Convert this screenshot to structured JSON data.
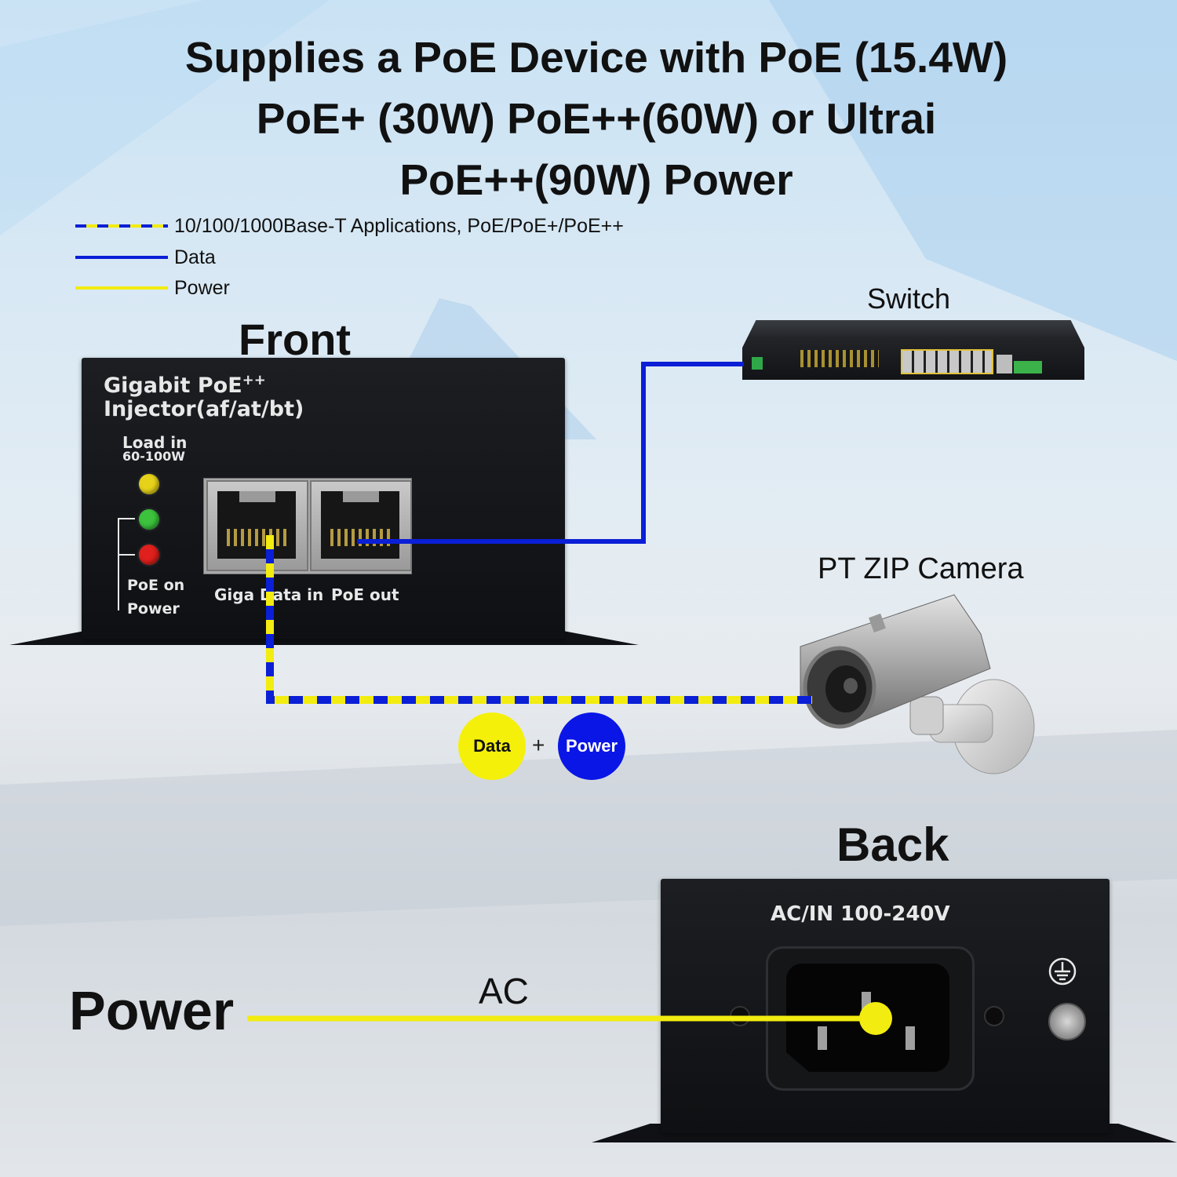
{
  "title": {
    "line1": "Supplies a PoE Device with PoE (15.4W)",
    "line2": "PoE+ (30W) PoE++(60W) or Ultrai",
    "line3": "PoE++(90W) Power"
  },
  "legend": {
    "combined": "10/100/1000Base-T Applications, PoE/PoE+/PoE++",
    "data": "Data",
    "power": "Power"
  },
  "labels": {
    "front": "Front",
    "back": "Back",
    "switch": "Switch",
    "camera": "PT ZIP Camera",
    "power": "Power",
    "ac": "AC"
  },
  "injector_front": {
    "name_line1": "Gigabit PoE",
    "name_sup": "++",
    "name_line2": "Injector(af/at/bt)",
    "load_line1": "Load in",
    "load_line2": "60-100W",
    "poe_on": "PoE on",
    "power": "Power",
    "port1": "Giga Data in",
    "port2": "PoE out"
  },
  "injector_back": {
    "input_label": "AC/IN 100-240V"
  },
  "badges": {
    "data": "Data",
    "plus": "+",
    "power": "Power"
  },
  "colors": {
    "data_line": "#0a1fd6",
    "power_line": "#f2ec10",
    "led_yellow": "#e6d21a",
    "led_green": "#3cc23c",
    "led_red": "#e0201c"
  }
}
